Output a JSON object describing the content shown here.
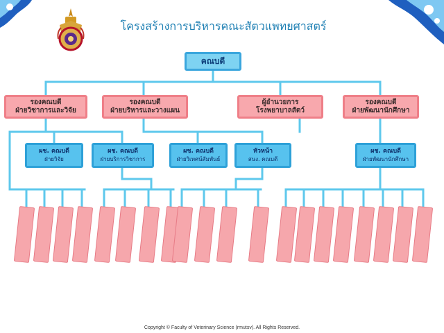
{
  "header": {
    "title": "โครงสร้างการบริหารคณะสัตวแพทยศาสตร์",
    "logo_icon": "university-seal-icon",
    "corner_icon": "blue-ornament-icon"
  },
  "org": {
    "dean": "คณบดี",
    "vice_deans": [
      {
        "line1": "รองคณบดี",
        "line2": "ฝ่ายวิชาการและวิจัย"
      },
      {
        "line1": "รองคณบดี",
        "line2": "ฝ่ายบริหารและวางแผน"
      },
      {
        "line1": "ผู้อำนวยการ",
        "line2": "โรงพยาบาลสัตว์"
      },
      {
        "line1": "รองคณบดี",
        "line2": "ฝ่ายพัฒนานักศึกษา"
      }
    ],
    "assistants": [
      {
        "line1": "ผช. คณบดี",
        "line2": "ฝ่ายวิจัย"
      },
      {
        "line1": "ผช. คณบดี",
        "line2": "ฝ่ายบริการวิชาการ"
      },
      {
        "line1": "ผช. คณบดี",
        "line2": "ฝ่ายวิเทศน์สัมพันธ์"
      },
      {
        "line1": "หัวหน้า",
        "line2": "สนง. คณบดี"
      },
      {
        "line1": "ผช. คณบดี",
        "line2": "ฝ่ายพัฒนานักศึกษา"
      }
    ],
    "units": [
      "",
      "",
      "",
      "",
      "",
      "",
      "",
      "",
      "",
      "",
      "",
      "",
      "",
      "",
      "",
      "",
      "",
      "",
      "",
      ""
    ]
  },
  "footer": {
    "copyright": "Copyright © Faculty of Veterinary Science (rmutsv). All Rights Reserved."
  },
  "colors": {
    "connector": "#5ec8ec",
    "title": "#1d7fb3",
    "pink_fill": "#f8a8ad",
    "blue_fill": "#57c2ee"
  }
}
